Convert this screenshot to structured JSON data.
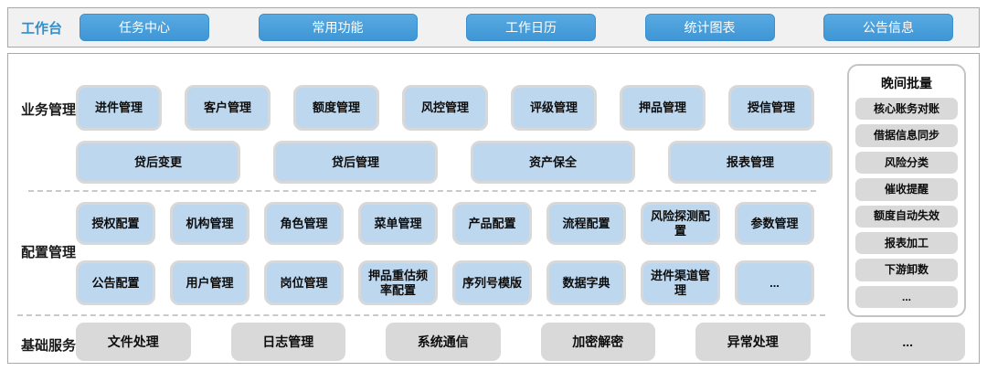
{
  "workbench": {
    "label": "工作台",
    "buttons": [
      "任务中心",
      "常用功能",
      "工作日历",
      "统计图表",
      "公告信息"
    ]
  },
  "sections": {
    "business": {
      "label": "业务管理",
      "row1": [
        "进件管理",
        "客户管理",
        "额度管理",
        "风控管理",
        "评级管理",
        "押品管理",
        "授信管理"
      ],
      "row2": [
        "贷后变更",
        "贷后管理",
        "资产保全",
        "报表管理"
      ]
    },
    "config": {
      "label": "配置管理",
      "row1": [
        "授权配置",
        "机构管理",
        "角色管理",
        "菜单管理",
        "产品配置",
        "流程配置",
        "风险探测配置",
        "参数管理"
      ],
      "row2": [
        "公告配置",
        "用户管理",
        "岗位管理",
        "押品重估频率配置",
        "序列号模版",
        "数据字典",
        "进件渠道管理",
        "..."
      ]
    },
    "base": {
      "label": "基础服务",
      "items": [
        "文件处理",
        "日志管理",
        "系统通信",
        "加密解密",
        "异常处理",
        "..."
      ]
    }
  },
  "night_batch": {
    "title": "晚间批量",
    "items": [
      "核心账务对账",
      "借据信息同步",
      "风险分类",
      "催收提醒",
      "额度自动失效",
      "报表加工",
      "下游卸数",
      "..."
    ]
  },
  "colors": {
    "accent_blue": "#4398d6",
    "tile_blue": "#bdd7ee",
    "tile_gray": "#d9d9d9",
    "label_blue": "#2e8fce",
    "border_gray": "#a8a8a8"
  }
}
